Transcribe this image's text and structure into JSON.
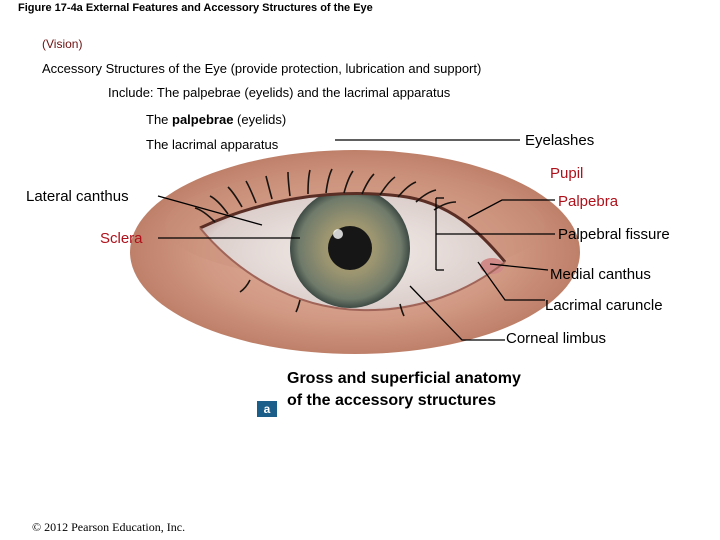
{
  "figure_title": "Figure 17-4a  External Features and Accessory Structures of the Eye",
  "subtitle": "(Vision)",
  "accessory_line": "Accessory Structures of the Eye (provide protection, lubrication and support)",
  "include_line": "Include:  The palpebrae (eyelids) and the lacrimal apparatus",
  "palpebrae_line": {
    "prefix": "The ",
    "bold": "palpebrae",
    "suffix": " (eyelids)"
  },
  "lacrimal_line": "The lacrimal apparatus",
  "labels": {
    "eyelashes": "Eyelashes",
    "pupil": "Pupil",
    "lateral_canthus": "Lateral canthus",
    "palpebra": "Palpebra",
    "sclera": "Sclera",
    "palpebral_fissure": "Palpebral fissure",
    "medial_canthus": "Medial canthus",
    "lacrimal_caruncle": "Lacrimal caruncle",
    "corneal_limbus": "Corneal limbus"
  },
  "caption": "Gross and superficial anatomy of the accessory structures",
  "badge": "a",
  "copyright": "© 2012 Pearson Education, Inc.",
  "colors": {
    "label_red": "#b0101a",
    "subtitle": "#6b1010",
    "skin": "#d29a84",
    "iris": "#8a8a62",
    "badge": "#1c5e8a"
  }
}
